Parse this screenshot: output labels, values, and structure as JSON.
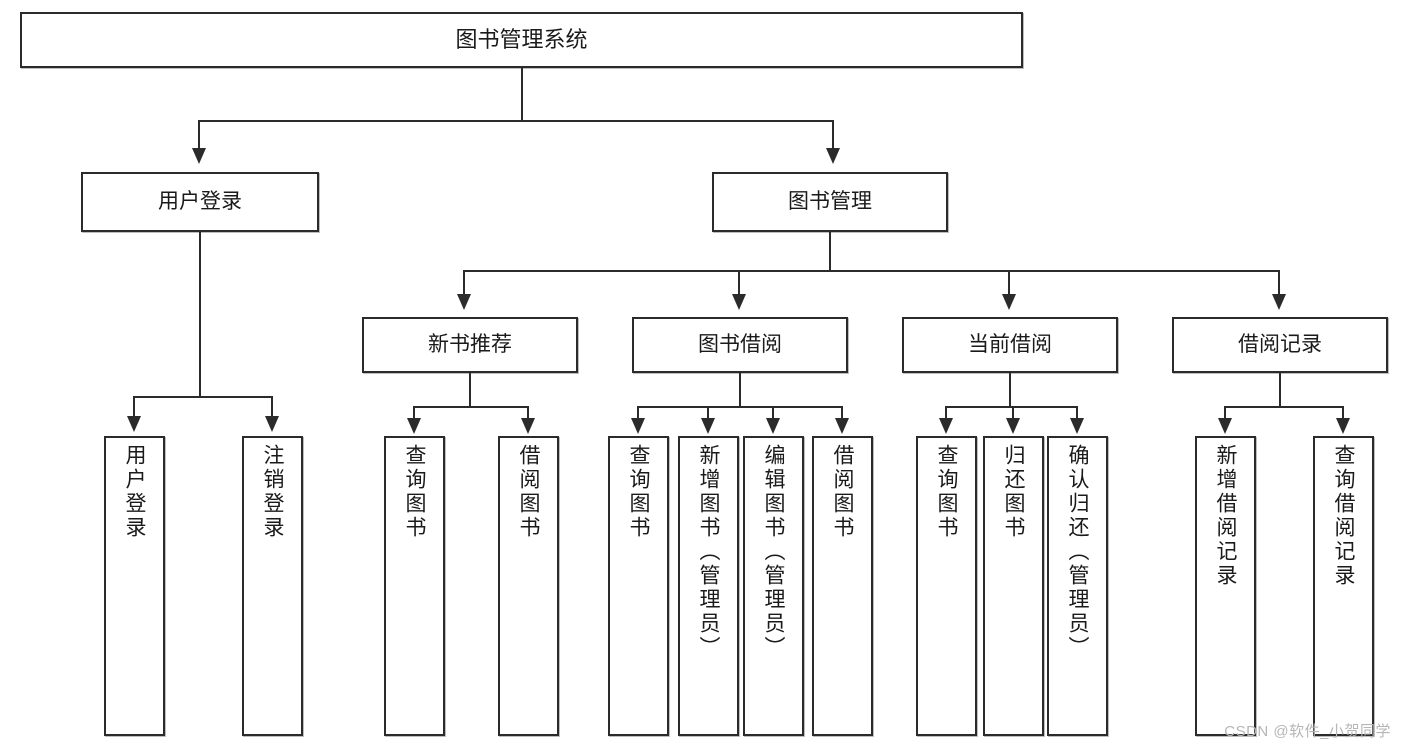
{
  "diagram": {
    "title": "图书管理系统",
    "watermark": "CSDN @软件_小贺同学",
    "type": "tree",
    "orientation": "top-down"
  },
  "nodes": {
    "root": {
      "label": "图书管理系统",
      "level": 0
    },
    "level1": [
      {
        "id": "user-login",
        "label": "用户登录"
      },
      {
        "id": "book-manage",
        "label": "图书管理"
      }
    ],
    "level2": [
      {
        "id": "new-book-rec",
        "label": "新书推荐",
        "parent": "book-manage"
      },
      {
        "id": "book-borrow",
        "label": "图书借阅",
        "parent": "book-manage"
      },
      {
        "id": "current-borrow",
        "label": "当前借阅",
        "parent": "book-manage"
      },
      {
        "id": "borrow-record",
        "label": "借阅记录",
        "parent": "book-manage"
      }
    ],
    "leaves": [
      {
        "id": "leaf-user-login",
        "label": "用户登录",
        "parent": "user-login"
      },
      {
        "id": "leaf-user-logout",
        "label": "注销登录",
        "parent": "user-login"
      },
      {
        "id": "leaf-query-book-1",
        "label": "查询图书",
        "parent": "new-book-rec"
      },
      {
        "id": "leaf-borrow-book-1",
        "label": "借阅图书",
        "parent": "new-book-rec"
      },
      {
        "id": "leaf-query-book-2",
        "label": "查询图书",
        "parent": "book-borrow"
      },
      {
        "id": "leaf-add-book",
        "label": "新增图书（管理员）",
        "parent": "book-borrow"
      },
      {
        "id": "leaf-edit-book",
        "label": "编辑图书（管理员）",
        "parent": "book-borrow"
      },
      {
        "id": "leaf-borrow-book-2",
        "label": "借阅图书",
        "parent": "book-borrow"
      },
      {
        "id": "leaf-query-book-3",
        "label": "查询图书",
        "parent": "current-borrow"
      },
      {
        "id": "leaf-return-book",
        "label": "归还图书",
        "parent": "current-borrow"
      },
      {
        "id": "leaf-confirm-return",
        "label": "确认归还（管理员）",
        "parent": "current-borrow"
      },
      {
        "id": "leaf-add-record",
        "label": "新增借阅记录",
        "parent": "borrow-record"
      },
      {
        "id": "leaf-query-record",
        "label": "查询借阅记录",
        "parent": "borrow-record"
      }
    ]
  },
  "colors": {
    "stroke": "#2b2b2b",
    "fill": "#ffffff",
    "text": "#1a1a1a",
    "watermark": "#b6b6b6"
  }
}
